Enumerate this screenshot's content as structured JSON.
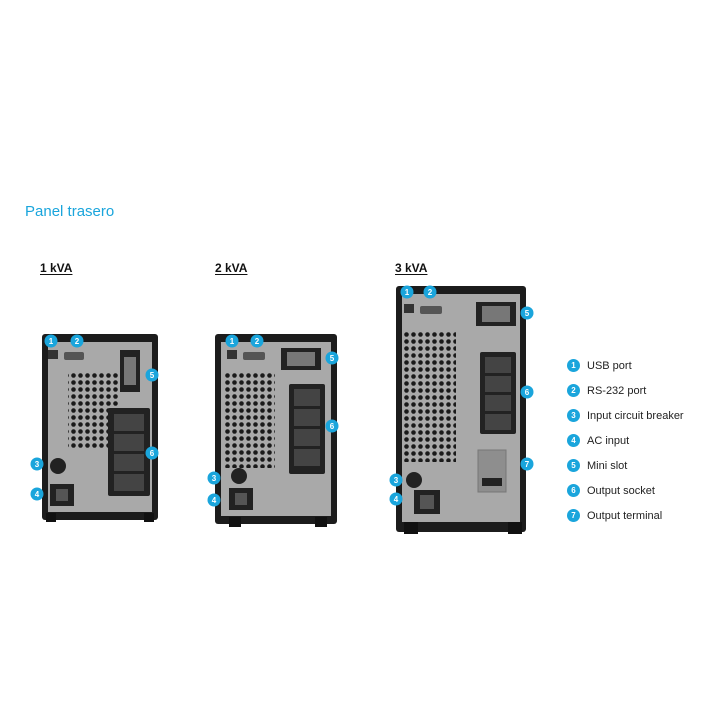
{
  "title": "Panel trasero",
  "models": [
    {
      "label": "1 kVA"
    },
    {
      "label": "2 kVA"
    },
    {
      "label": "3 kVA"
    }
  ],
  "callout_numbers": [
    "1",
    "2",
    "3",
    "4",
    "5",
    "6",
    "7"
  ],
  "legend": [
    {
      "num": "1",
      "text": "USB port"
    },
    {
      "num": "2",
      "text": "RS-232 port"
    },
    {
      "num": "3",
      "text": "Input circuit breaker"
    },
    {
      "num": "4",
      "text": "AC input"
    },
    {
      "num": "5",
      "text": "Mini slot"
    },
    {
      "num": "6",
      "text": "Output socket"
    },
    {
      "num": "7",
      "text": "Output terminal"
    }
  ],
  "colors": {
    "accent": "#1aa5dc",
    "chassis": "#1c1c1c",
    "panel": "#a9a9a9"
  }
}
